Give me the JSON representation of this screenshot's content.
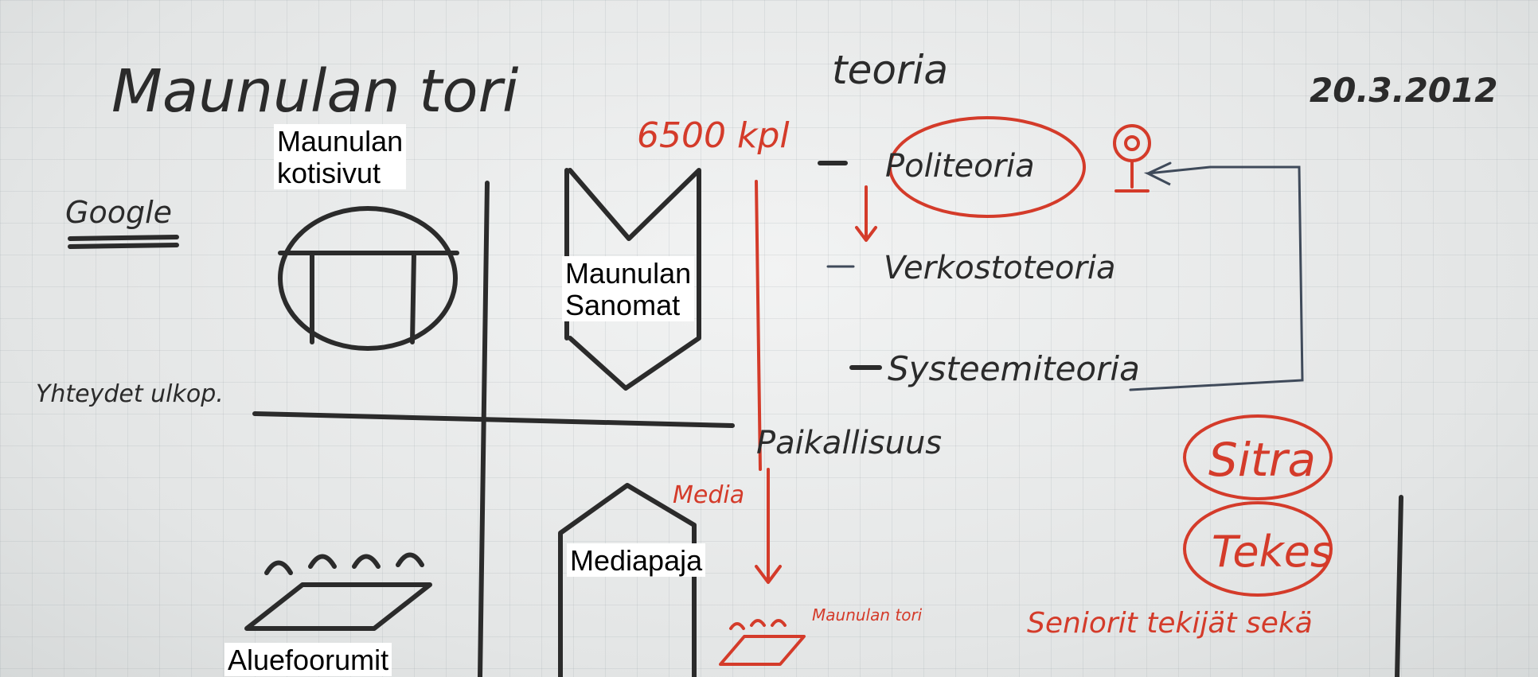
{
  "handwriting": {
    "title": "Maunulan tori",
    "teoria": "teoria",
    "date": "20.3.2012",
    "google": "Google",
    "yhteydet": "Yhteydet ulkop.",
    "count": "6500 kpl",
    "politeoria": "Politeoria",
    "verkostoteoria": "Verkostoteoria",
    "systeemiteoria": "Systeemiteoria",
    "paikallisuus": "Paikallisuus",
    "media": "Media",
    "sitra": "Sitra",
    "tekes": "Tekes",
    "maunulan_tori_small": "Maunulan tori",
    "seniorit": "Seniorit tekijät sekä"
  },
  "labels": {
    "kotisivut": "Maunulan\nkotisivut",
    "sanomat": "Maunulan\nSanomat",
    "mediapaja": "Mediapaja",
    "aluefoorumit": "Aluefoorumit"
  },
  "colors": {
    "ink_black": "#2b2b2b",
    "ink_red": "#d43b2a",
    "ink_blue": "#3f4a5a"
  }
}
